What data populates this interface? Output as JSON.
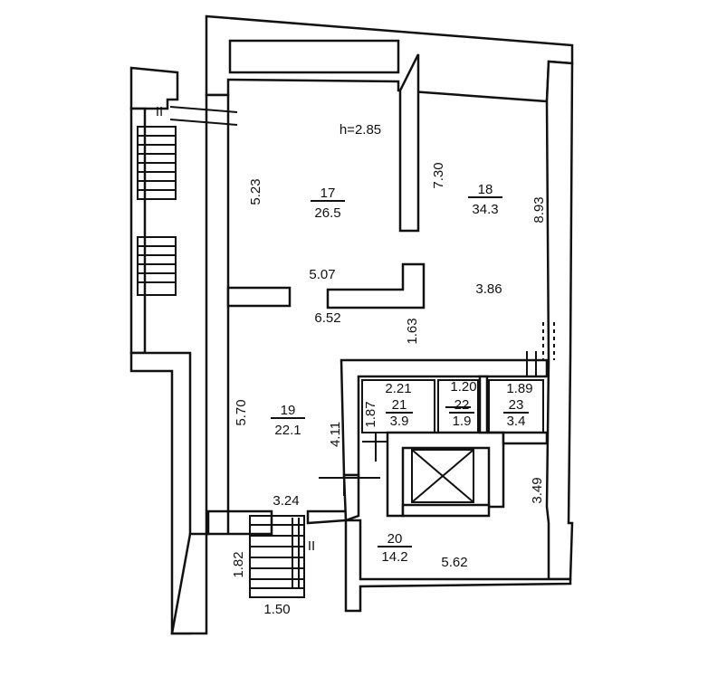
{
  "plan": {
    "ceiling_height": "h=2.85",
    "rooms": [
      {
        "id": "17",
        "number": "17",
        "area": "26.5"
      },
      {
        "id": "18",
        "number": "18",
        "area": "34.3"
      },
      {
        "id": "19",
        "number": "19",
        "area": "22.1"
      },
      {
        "id": "20",
        "number": "20",
        "area": "14.2"
      },
      {
        "id": "21",
        "number": "21",
        "area": "3.9"
      },
      {
        "id": "22",
        "number": "22",
        "area": "1.9"
      },
      {
        "id": "23",
        "number": "23",
        "area": "3.4"
      }
    ],
    "dimensions": {
      "d523": "5.23",
      "d730": "7.30",
      "d893": "8.93",
      "d507": "5.07",
      "d652": "6.52",
      "d386": "3.86",
      "d163": "1.63",
      "d570": "5.70",
      "d411": "4.11",
      "d187": "1.87",
      "d221": "2.21",
      "d120": "1.20",
      "d189": "1.89",
      "d349": "3.49",
      "d324": "3.24",
      "d182": "1.82",
      "d150": "1.50",
      "d562": "5.62"
    },
    "stair_marks": [
      "II",
      "II"
    ]
  }
}
